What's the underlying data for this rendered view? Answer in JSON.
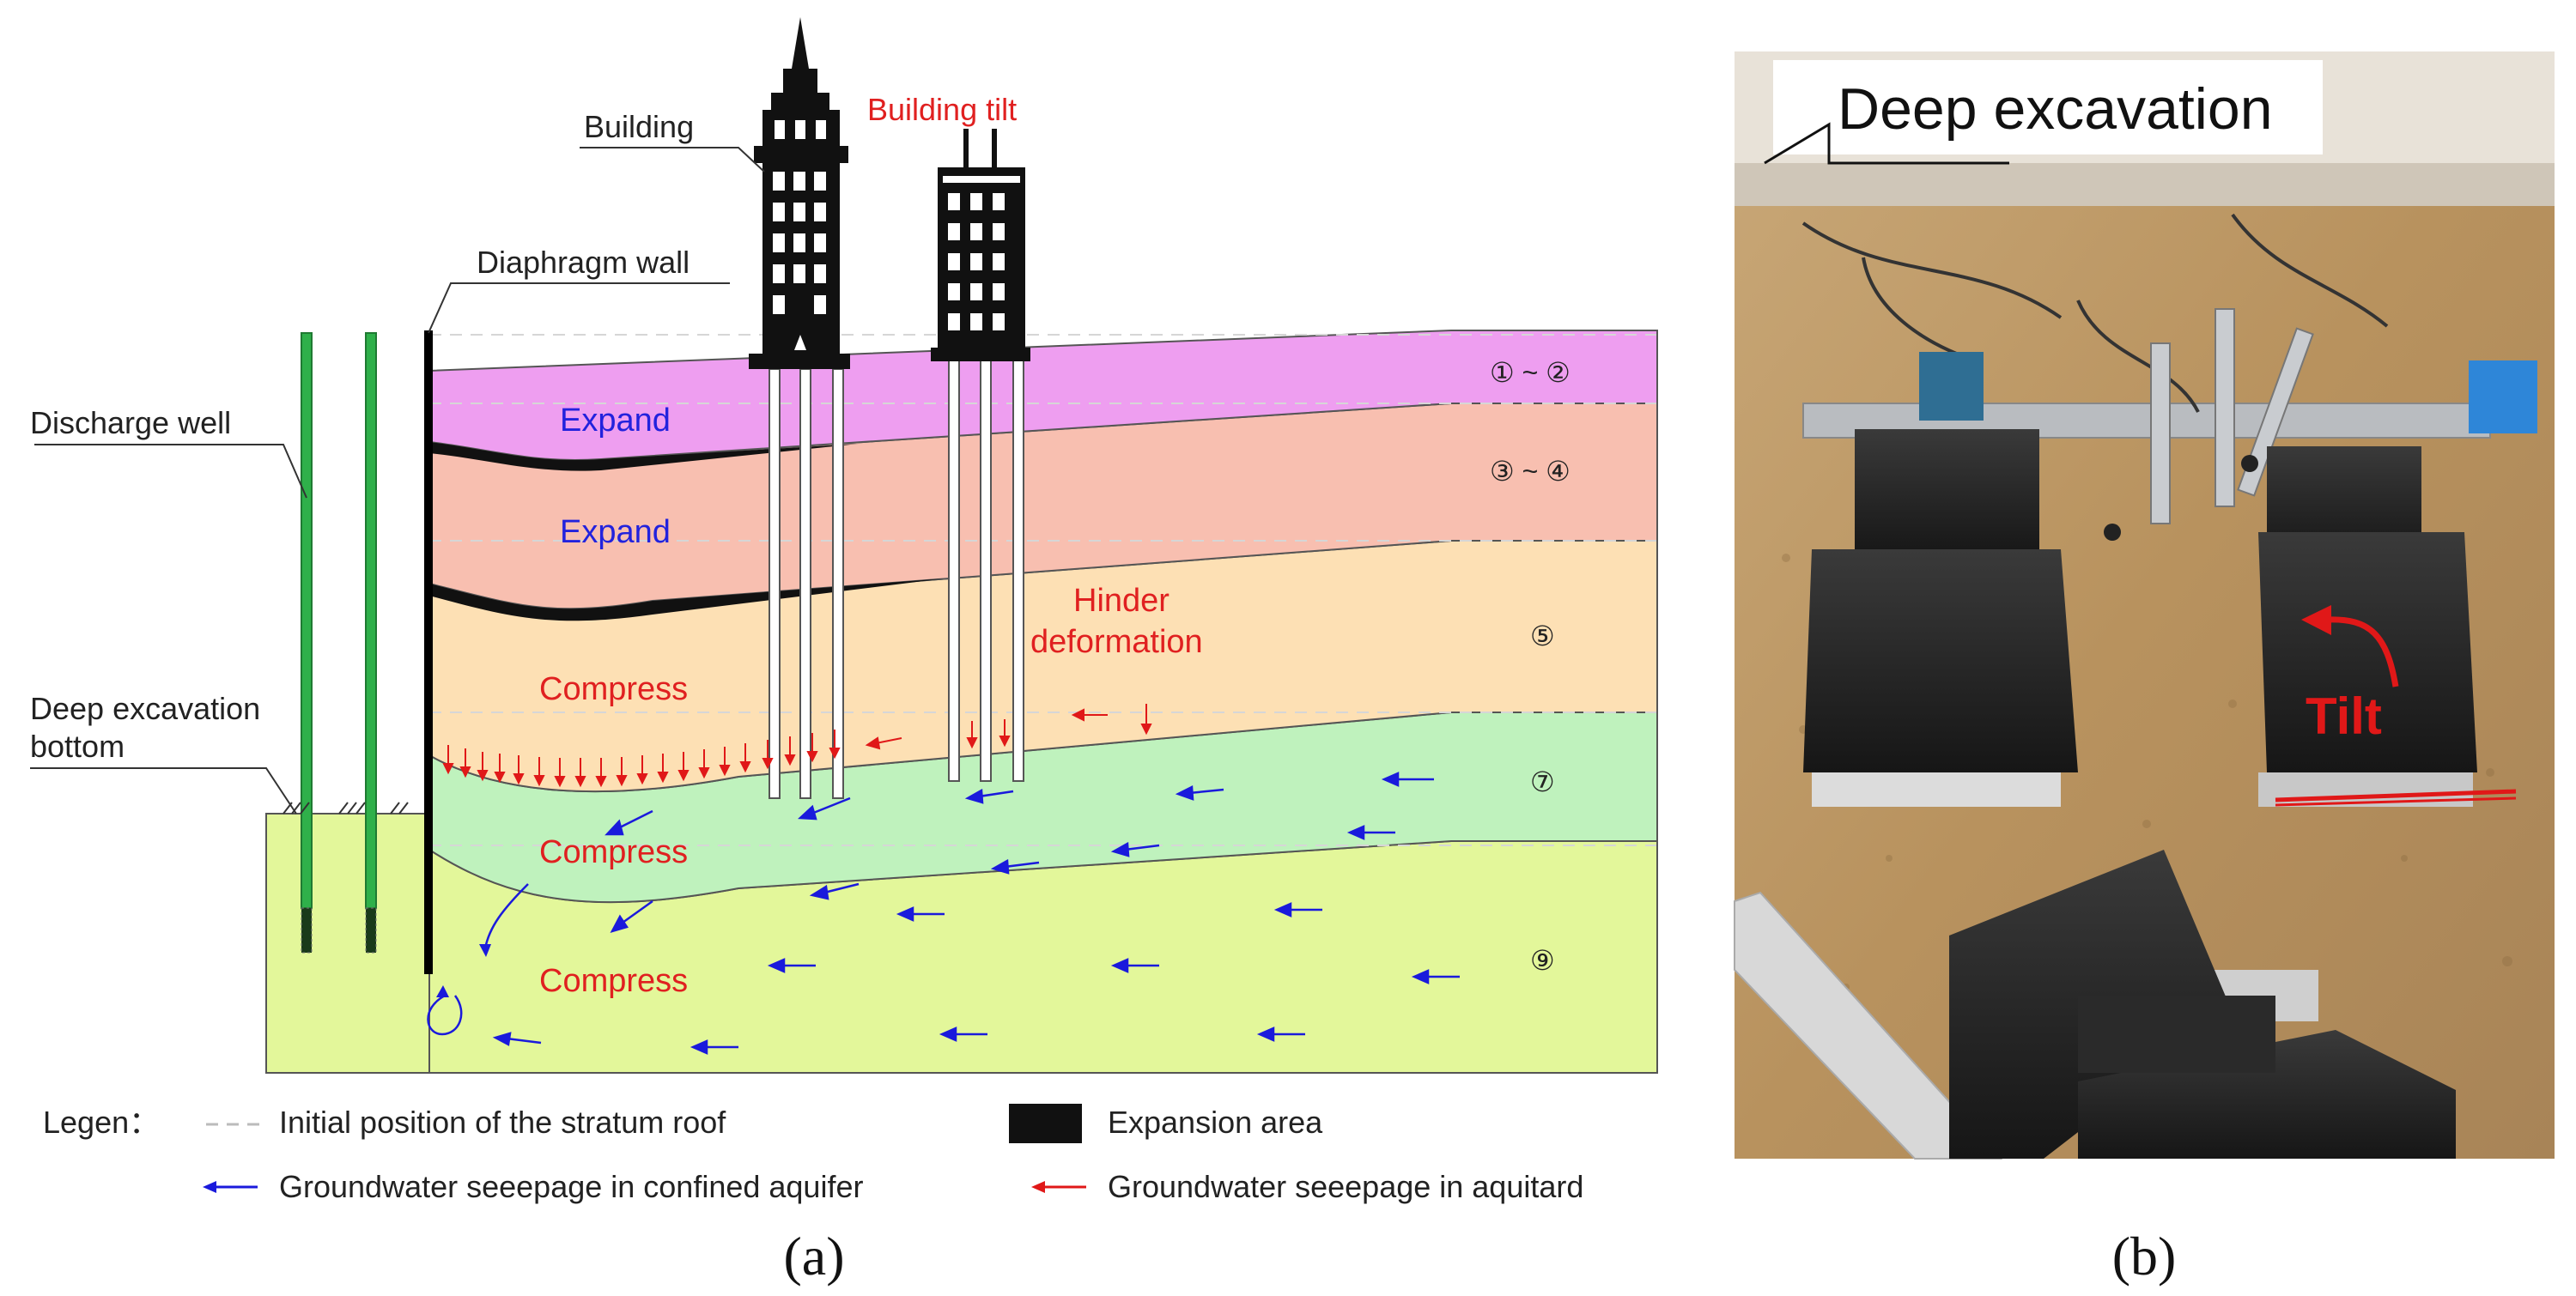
{
  "panel_a": {
    "caption": "(a)",
    "labels": {
      "building": "Building",
      "building_tilt": "Building tilt",
      "diaphragm_wall": "Diaphragm wall",
      "discharge_well": "Discharge well",
      "excavation_bottom_1": "Deep excavation",
      "excavation_bottom_2": "bottom",
      "hinder_1": "Hinder",
      "hinder_2": "deformation"
    },
    "layers": [
      {
        "id": "1-2",
        "name": "① ~ ②",
        "effect": "Expand",
        "color": "#ee9ef0"
      },
      {
        "id": "3-4",
        "name": "③ ~ ④",
        "effect": "Expand",
        "color": "#f8bfb0"
      },
      {
        "id": "5",
        "name": "⑤",
        "effect": "Compress",
        "color": "#fde0b4"
      },
      {
        "id": "7",
        "name": "⑦",
        "effect": "Compress",
        "color": "#bff2bd"
      },
      {
        "id": "9",
        "name": "⑨",
        "effect": "Compress",
        "color": "#e3f79a"
      }
    ],
    "legend": {
      "title": "Legen：",
      "dashed": "Initial position of the stratum roof",
      "expansion": "Expansion area",
      "blue_arrow": "Groundwater seeepage in confined aquifer",
      "red_arrow": "Groundwater seeepage in aquitard"
    },
    "colors": {
      "confined_seepage": "#1a1adc",
      "aquitard_seepage": "#e01818",
      "well": "#2fb04a",
      "expand_text": "#2222dd",
      "compress_text": "#e02020"
    }
  },
  "panel_b": {
    "caption": "(b)",
    "title": "Deep excavation",
    "tilt_label": "Tilt"
  }
}
